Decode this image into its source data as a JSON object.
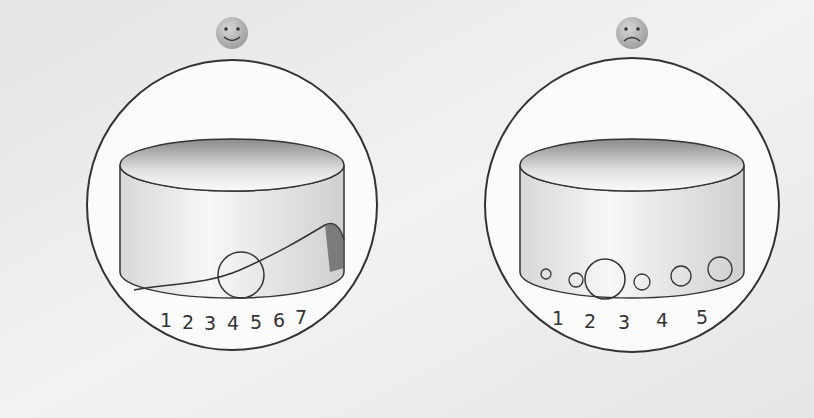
{
  "diagram": {
    "labels": [
      "1",
      "2",
      "3",
      "4",
      "5",
      "6",
      "7",
      "1",
      "2",
      "3",
      "4",
      "5"
    ]
  }
}
